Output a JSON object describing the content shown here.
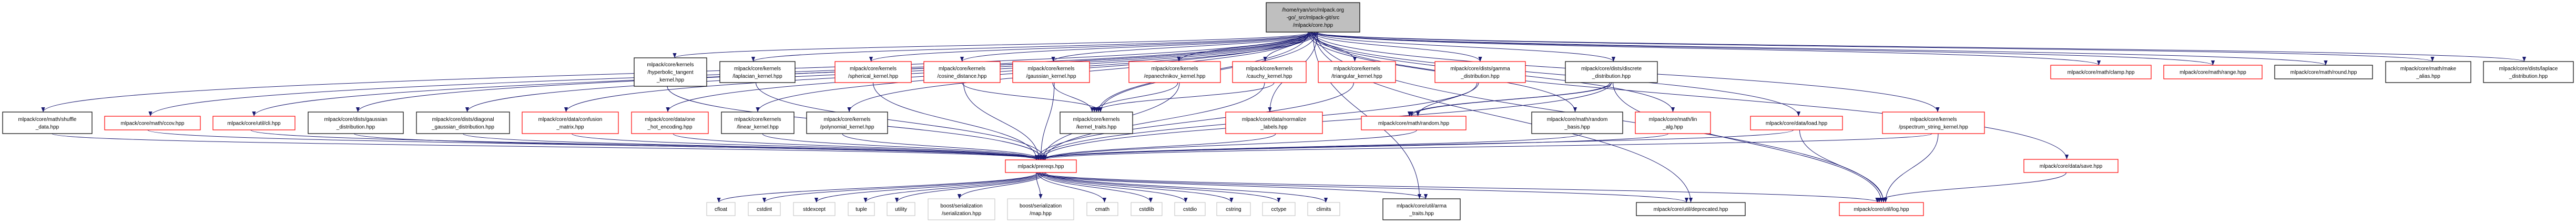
{
  "graph": {
    "title": "",
    "colors": {
      "edge": "#191970",
      "red_border": "#ff0000",
      "black_border": "#000000",
      "gray_border": "#bfbfbf",
      "root_fill": "#bfbfbf"
    },
    "nodes": [
      {
        "id": "root",
        "label": "/home/ryan/src/mlpack.org\n-go/_src/mlpack-git/src\n/mlpack/core.hpp",
        "style": "root"
      },
      {
        "id": "shuffle",
        "label": "mlpack/core/math/shuffle\n_data.hpp",
        "style": "black"
      },
      {
        "id": "ccov",
        "label": "mlpack/core/math/ccov.hpp",
        "style": "red"
      },
      {
        "id": "cli",
        "label": "mlpack/core/util/cli.hpp",
        "style": "red"
      },
      {
        "id": "gdist",
        "label": "mlpack/core/dists/gaussian\n_distribution.hpp",
        "style": "black"
      },
      {
        "id": "diag",
        "label": "mlpack/core/dists/diagonal\n_gaussian_distribution.hpp",
        "style": "black"
      },
      {
        "id": "conf",
        "label": "mlpack/core/data/confusion\n_matrix.hpp",
        "style": "red"
      },
      {
        "id": "onehot",
        "label": "mlpack/core/data/one\n_hot_encoding.hpp",
        "style": "red"
      },
      {
        "id": "linear",
        "label": "mlpack/core/kernels\n/linear_kernel.hpp",
        "style": "black"
      },
      {
        "id": "poly",
        "label": "mlpack/core/kernels\n/polynomial_kernel.hpp",
        "style": "black"
      },
      {
        "id": "hyper",
        "label": "mlpack/core/kernels\n/hyperbolic_tangent\n_kernel.hpp",
        "style": "black"
      },
      {
        "id": "lapk",
        "label": "mlpack/core/kernels\n/laplacian_kernel.hpp",
        "style": "black"
      },
      {
        "id": "spher",
        "label": "mlpack/core/kernels\n/spherical_kernel.hpp",
        "style": "red"
      },
      {
        "id": "cosine",
        "label": "mlpack/core/kernels\n/cosine_distance.hpp",
        "style": "red"
      },
      {
        "id": "gauk",
        "label": "mlpack/core/kernels\n/gaussian_kernel.hpp",
        "style": "red"
      },
      {
        "id": "epan",
        "label": "mlpack/core/kernels\n/epanechnikov_kernel.hpp",
        "style": "red"
      },
      {
        "id": "cauchy",
        "label": "mlpack/core/kernels\n/cauchy_kernel.hpp",
        "style": "red"
      },
      {
        "id": "tri",
        "label": "mlpack/core/kernels\n/triangular_kernel.hpp",
        "style": "red"
      },
      {
        "id": "gamma",
        "label": "mlpack/core/dists/gamma\n_distribution.hpp",
        "style": "red"
      },
      {
        "id": "discrete",
        "label": "mlpack/core/dists/discrete\n_distribution.hpp",
        "style": "black"
      },
      {
        "id": "ktraits",
        "label": "mlpack/core/kernels\n/kernel_traits.hpp",
        "style": "black"
      },
      {
        "id": "norm",
        "label": "mlpack/core/data/normalize\n_labels.hpp",
        "style": "red"
      },
      {
        "id": "random",
        "label": "mlpack/core/math/random.hpp",
        "style": "red"
      },
      {
        "id": "rbasis",
        "label": "mlpack/core/math/random\n_basis.hpp",
        "style": "black"
      },
      {
        "id": "linalg",
        "label": "mlpack/core/math/lin\n_alg.hpp",
        "style": "red"
      },
      {
        "id": "load",
        "label": "mlpack/core/data/load.hpp",
        "style": "red"
      },
      {
        "id": "pspec",
        "label": "mlpack/core/kernels\n/pspectrum_string_kernel.hpp",
        "style": "red"
      },
      {
        "id": "save",
        "label": "mlpack/core/data/save.hpp",
        "style": "red"
      },
      {
        "id": "clamp",
        "label": "mlpack/core/math/clamp.hpp",
        "style": "red"
      },
      {
        "id": "range",
        "label": "mlpack/core/math/range.hpp",
        "style": "red"
      },
      {
        "id": "round",
        "label": "mlpack/core/math/round.hpp",
        "style": "black"
      },
      {
        "id": "alias",
        "label": "mlpack/core/math/make\n_alias.hpp",
        "style": "black"
      },
      {
        "id": "laplace",
        "label": "mlpack/core/dists/laplace\n_distribution.hpp",
        "style": "black"
      },
      {
        "id": "prereqs",
        "label": "mlpack/prereqs.hpp",
        "style": "red"
      },
      {
        "id": "cfloat",
        "label": "cfloat",
        "style": "gray"
      },
      {
        "id": "cstdint",
        "label": "cstdint",
        "style": "gray"
      },
      {
        "id": "stdexcept",
        "label": "stdexcept",
        "style": "gray"
      },
      {
        "id": "tuple",
        "label": "tuple",
        "style": "gray"
      },
      {
        "id": "utility",
        "label": "utility",
        "style": "gray"
      },
      {
        "id": "bser",
        "label": "boost/serialization\n/serialization.hpp",
        "style": "gray"
      },
      {
        "id": "bmap",
        "label": "boost/serialization\n/map.hpp",
        "style": "gray"
      },
      {
        "id": "cmath",
        "label": "cmath",
        "style": "gray"
      },
      {
        "id": "cstdlib",
        "label": "cstdlib",
        "style": "gray"
      },
      {
        "id": "cstdio",
        "label": "cstdio",
        "style": "gray"
      },
      {
        "id": "cstring",
        "label": "cstring",
        "style": "gray"
      },
      {
        "id": "cctype",
        "label": "cctype",
        "style": "gray"
      },
      {
        "id": "climits",
        "label": "climits",
        "style": "gray"
      },
      {
        "id": "arma",
        "label": "mlpack/core/util/arma\n_traits.hpp",
        "style": "black"
      },
      {
        "id": "depr",
        "label": "mlpack/core/util/deprecated.hpp",
        "style": "black"
      },
      {
        "id": "log",
        "label": "mlpack/core/util/log.hpp",
        "style": "red"
      }
    ],
    "edges": [
      [
        "root",
        "shuffle"
      ],
      [
        "root",
        "ccov"
      ],
      [
        "root",
        "cli"
      ],
      [
        "root",
        "gdist"
      ],
      [
        "root",
        "diag"
      ],
      [
        "root",
        "conf"
      ],
      [
        "root",
        "onehot"
      ],
      [
        "root",
        "linear"
      ],
      [
        "root",
        "poly"
      ],
      [
        "root",
        "hyper"
      ],
      [
        "root",
        "lapk"
      ],
      [
        "root",
        "spher"
      ],
      [
        "root",
        "cosine"
      ],
      [
        "root",
        "gauk"
      ],
      [
        "root",
        "epan"
      ],
      [
        "root",
        "cauchy"
      ],
      [
        "root",
        "tri"
      ],
      [
        "root",
        "gamma"
      ],
      [
        "root",
        "discrete"
      ],
      [
        "root",
        "ktraits"
      ],
      [
        "root",
        "norm"
      ],
      [
        "root",
        "rbasis"
      ],
      [
        "root",
        "linalg"
      ],
      [
        "root",
        "load"
      ],
      [
        "root",
        "pspec"
      ],
      [
        "root",
        "save"
      ],
      [
        "root",
        "clamp"
      ],
      [
        "root",
        "range"
      ],
      [
        "root",
        "round"
      ],
      [
        "root",
        "alias"
      ],
      [
        "root",
        "laplace"
      ],
      [
        "root",
        "arma"
      ],
      [
        "root",
        "depr"
      ],
      [
        "root",
        "log"
      ],
      [
        "shuffle",
        "prereqs"
      ],
      [
        "ccov",
        "prereqs"
      ],
      [
        "cli",
        "prereqs"
      ],
      [
        "gdist",
        "prereqs"
      ],
      [
        "diag",
        "prereqs"
      ],
      [
        "conf",
        "prereqs"
      ],
      [
        "onehot",
        "prereqs"
      ],
      [
        "linear",
        "prereqs"
      ],
      [
        "poly",
        "prereqs"
      ],
      [
        "hyper",
        "prereqs"
      ],
      [
        "lapk",
        "prereqs"
      ],
      [
        "spher",
        "prereqs"
      ],
      [
        "cosine",
        "prereqs"
      ],
      [
        "gauk",
        "prereqs"
      ],
      [
        "epan",
        "prereqs"
      ],
      [
        "cauchy",
        "prereqs"
      ],
      [
        "tri",
        "prereqs"
      ],
      [
        "gamma",
        "prereqs"
      ],
      [
        "discrete",
        "prereqs"
      ],
      [
        "norm",
        "prereqs"
      ],
      [
        "random",
        "prereqs"
      ],
      [
        "rbasis",
        "prereqs"
      ],
      [
        "linalg",
        "prereqs"
      ],
      [
        "load",
        "prereqs"
      ],
      [
        "pspec",
        "prereqs"
      ],
      [
        "cosine",
        "ktraits"
      ],
      [
        "gauk",
        "ktraits"
      ],
      [
        "epan",
        "ktraits"
      ],
      [
        "cauchy",
        "ktraits"
      ],
      [
        "root",
        "ktraits"
      ],
      [
        "gamma",
        "random"
      ],
      [
        "discrete",
        "random"
      ],
      [
        "discrete",
        "random"
      ],
      [
        "discrete",
        "log"
      ],
      [
        "load",
        "log"
      ],
      [
        "pspec",
        "log"
      ],
      [
        "save",
        "log"
      ],
      [
        "prereqs",
        "cfloat"
      ],
      [
        "prereqs",
        "cstdint"
      ],
      [
        "prereqs",
        "stdexcept"
      ],
      [
        "prereqs",
        "tuple"
      ],
      [
        "prereqs",
        "utility"
      ],
      [
        "prereqs",
        "bser"
      ],
      [
        "prereqs",
        "bmap"
      ],
      [
        "prereqs",
        "cmath"
      ],
      [
        "prereqs",
        "cstdlib"
      ],
      [
        "prereqs",
        "cstdio"
      ],
      [
        "prereqs",
        "cstring"
      ],
      [
        "prereqs",
        "cctype"
      ],
      [
        "prereqs",
        "climits"
      ],
      [
        "prereqs",
        "arma"
      ],
      [
        "prereqs",
        "depr"
      ],
      [
        "prereqs",
        "log"
      ]
    ]
  }
}
